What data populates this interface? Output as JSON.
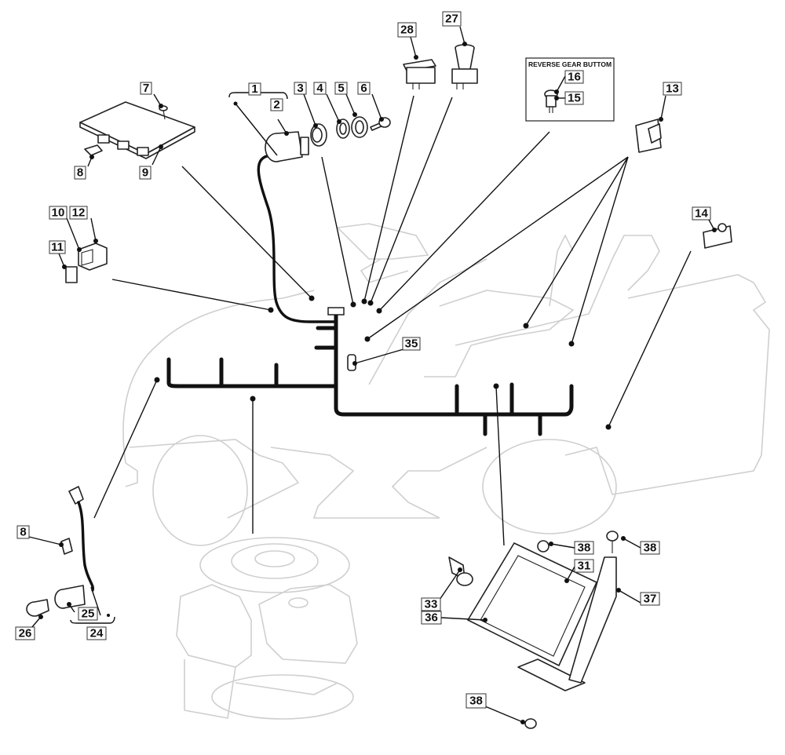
{
  "diagram": {
    "type": "exploded-parts-diagram",
    "subject": "ride-on mower electrical wiring harness",
    "inset": {
      "title": "REVERSE GEAR BUTTOM",
      "callouts": [
        "16",
        "15"
      ]
    },
    "callouts": [
      {
        "id": "c1",
        "label": "1"
      },
      {
        "id": "c2",
        "label": "2"
      },
      {
        "id": "c3",
        "label": "3"
      },
      {
        "id": "c4",
        "label": "4"
      },
      {
        "id": "c5",
        "label": "5"
      },
      {
        "id": "c6",
        "label": "6"
      },
      {
        "id": "c7",
        "label": "7"
      },
      {
        "id": "c8a",
        "label": "8"
      },
      {
        "id": "c9",
        "label": "9"
      },
      {
        "id": "c10",
        "label": "10"
      },
      {
        "id": "c11",
        "label": "11"
      },
      {
        "id": "c12",
        "label": "12"
      },
      {
        "id": "c13",
        "label": "13"
      },
      {
        "id": "c14",
        "label": "14"
      },
      {
        "id": "c27",
        "label": "27"
      },
      {
        "id": "c28",
        "label": "28"
      },
      {
        "id": "c35",
        "label": "35"
      },
      {
        "id": "c8b",
        "label": "8"
      },
      {
        "id": "c24",
        "label": "24"
      },
      {
        "id": "c25",
        "label": "25"
      },
      {
        "id": "c26",
        "label": "26"
      },
      {
        "id": "c31",
        "label": "31"
      },
      {
        "id": "c33",
        "label": "33"
      },
      {
        "id": "c36",
        "label": "36"
      },
      {
        "id": "c37",
        "label": "37"
      },
      {
        "id": "c38a",
        "label": "38"
      },
      {
        "id": "c38b",
        "label": "38"
      },
      {
        "id": "c38c",
        "label": "38"
      }
    ],
    "parts": [
      "ignition-switch",
      "switch-bushing",
      "washer",
      "ring-nut",
      "ignition-key",
      "screw",
      "fuse-clip",
      "control-board",
      "relay",
      "fuse",
      "relay-holder",
      "rocker-switch",
      "micro-switch",
      "headlight-harness",
      "bulb-holder",
      "bulb",
      "pushbutton-switch",
      "light-switch",
      "battery-strap",
      "battery-terminal-cap",
      "battery-tray",
      "battery-bracket",
      "nut",
      "wiring-harness",
      "harness-clip"
    ]
  }
}
